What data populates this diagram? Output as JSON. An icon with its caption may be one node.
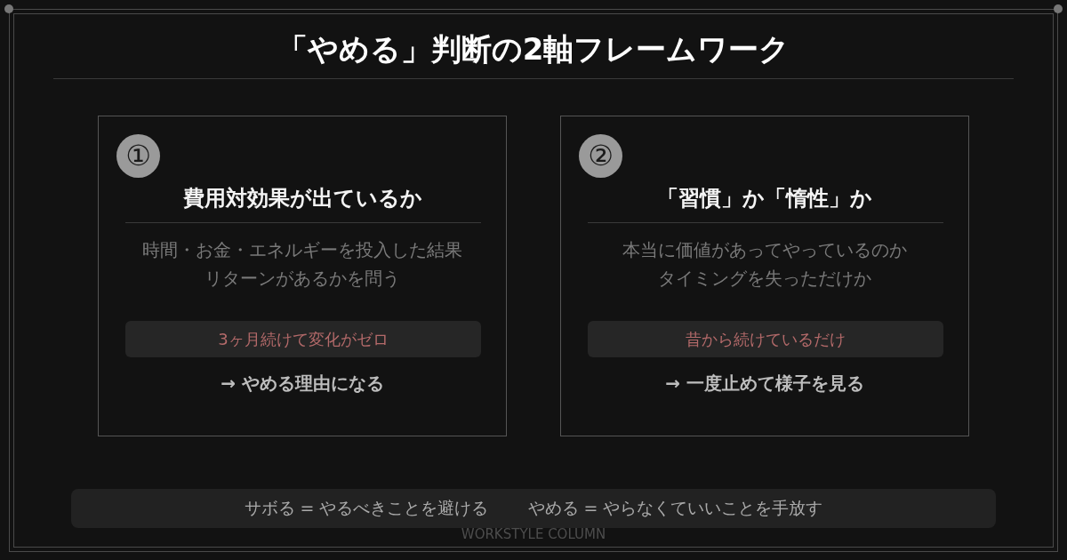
{
  "diagram": {
    "title": "「やめる」判断の2軸フレームワーク",
    "nodes": [
      {
        "text": [
          "費用対効果が出ているか",
          "時間・お金・エネルギーを投入した結果リターンがあるかを問う",
          "→ やめる理由になる"
        ]
      },
      {
        "text": [
          "①"
        ],
        "in": 0
      },
      {
        "text": [
          "3ヶ月続けて変化がゼロ"
        ],
        "in": 0
      },
      {
        "text": [
          "「習慣」か「惰性」か",
          "本当に価値があってやっているのかタイミングを失っただけか",
          "→ 一度止めて様子を見る"
        ]
      },
      {
        "text": [
          "②"
        ],
        "in": 3
      },
      {
        "text": [
          "昔から続けているだけ"
        ],
        "in": 3
      },
      {
        "text": [
          "サボる = やるべきことを避ける",
          "やめる = やらなくていいことを手放す"
        ]
      }
    ],
    "labels": [
      "WORKSTYLE COLUMN"
    ]
  }
}
